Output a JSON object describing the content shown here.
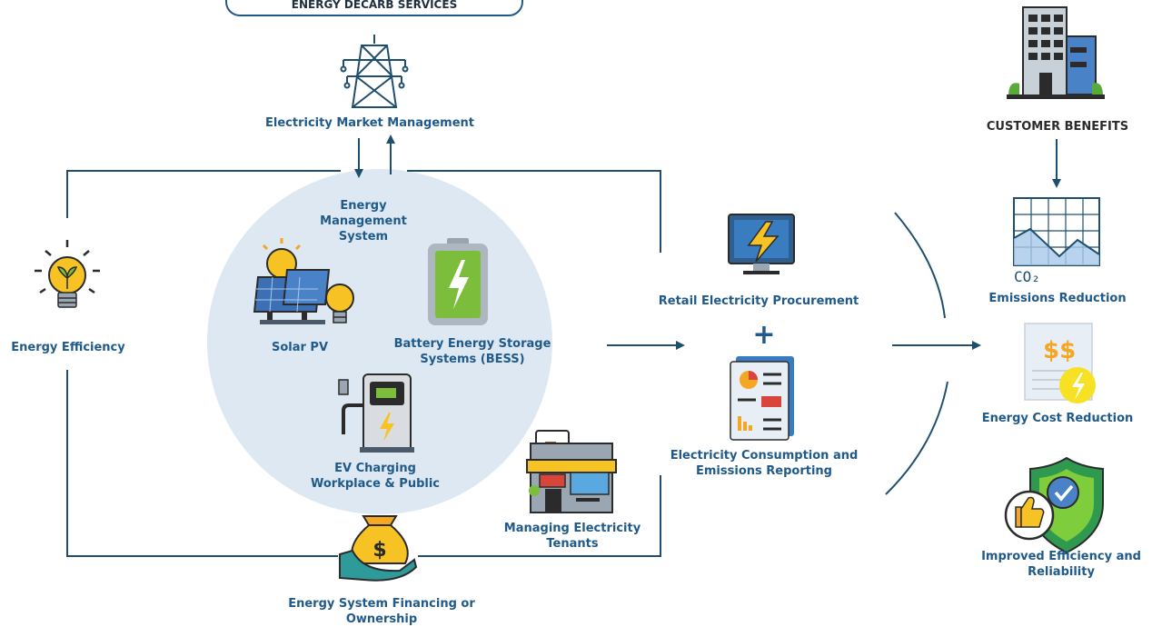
{
  "title": "ENERGY DECARB SERVICES",
  "nodes": {
    "market": "Electricity Market Management",
    "ems": "Energy Management System",
    "solar": "Solar PV",
    "bess": "Battery Energy Storage Systems (BESS)",
    "ev": "EV Charging Workplace & Public",
    "efficiency": "Energy Efficiency",
    "financing": "Energy System Financing or Ownership",
    "tenants": "Managing Electricity Tenants",
    "retail": "Retail Electricity Procurement",
    "plus": "+",
    "reporting": "Electricity Consumption and Emissions Reporting",
    "customer_benefits": "CUSTOMER BENEFITS",
    "emissions": "Emissions Reduction",
    "cost": "Energy Cost Reduction",
    "improved": "Improved Efficiency and Reliability",
    "co2": "CO₂",
    "dollars": "$$",
    "bag_dollar": "$"
  },
  "colors": {
    "accent": "#1f5a8a",
    "line": "#1f4f6e",
    "circle": "#dde8f2",
    "yellow": "#f7c324",
    "green": "#7dbd3c",
    "teal": "#3a9c9a"
  },
  "icons": [
    "transmission-tower-icon",
    "solar-panel-icon",
    "battery-icon",
    "ev-charger-icon",
    "lightbulb-icon",
    "money-bag-icon",
    "storefront-icon",
    "monitor-bolt-icon",
    "report-icon",
    "office-building-icon",
    "co2-chart-icon",
    "invoice-icon",
    "shield-check-icon"
  ]
}
